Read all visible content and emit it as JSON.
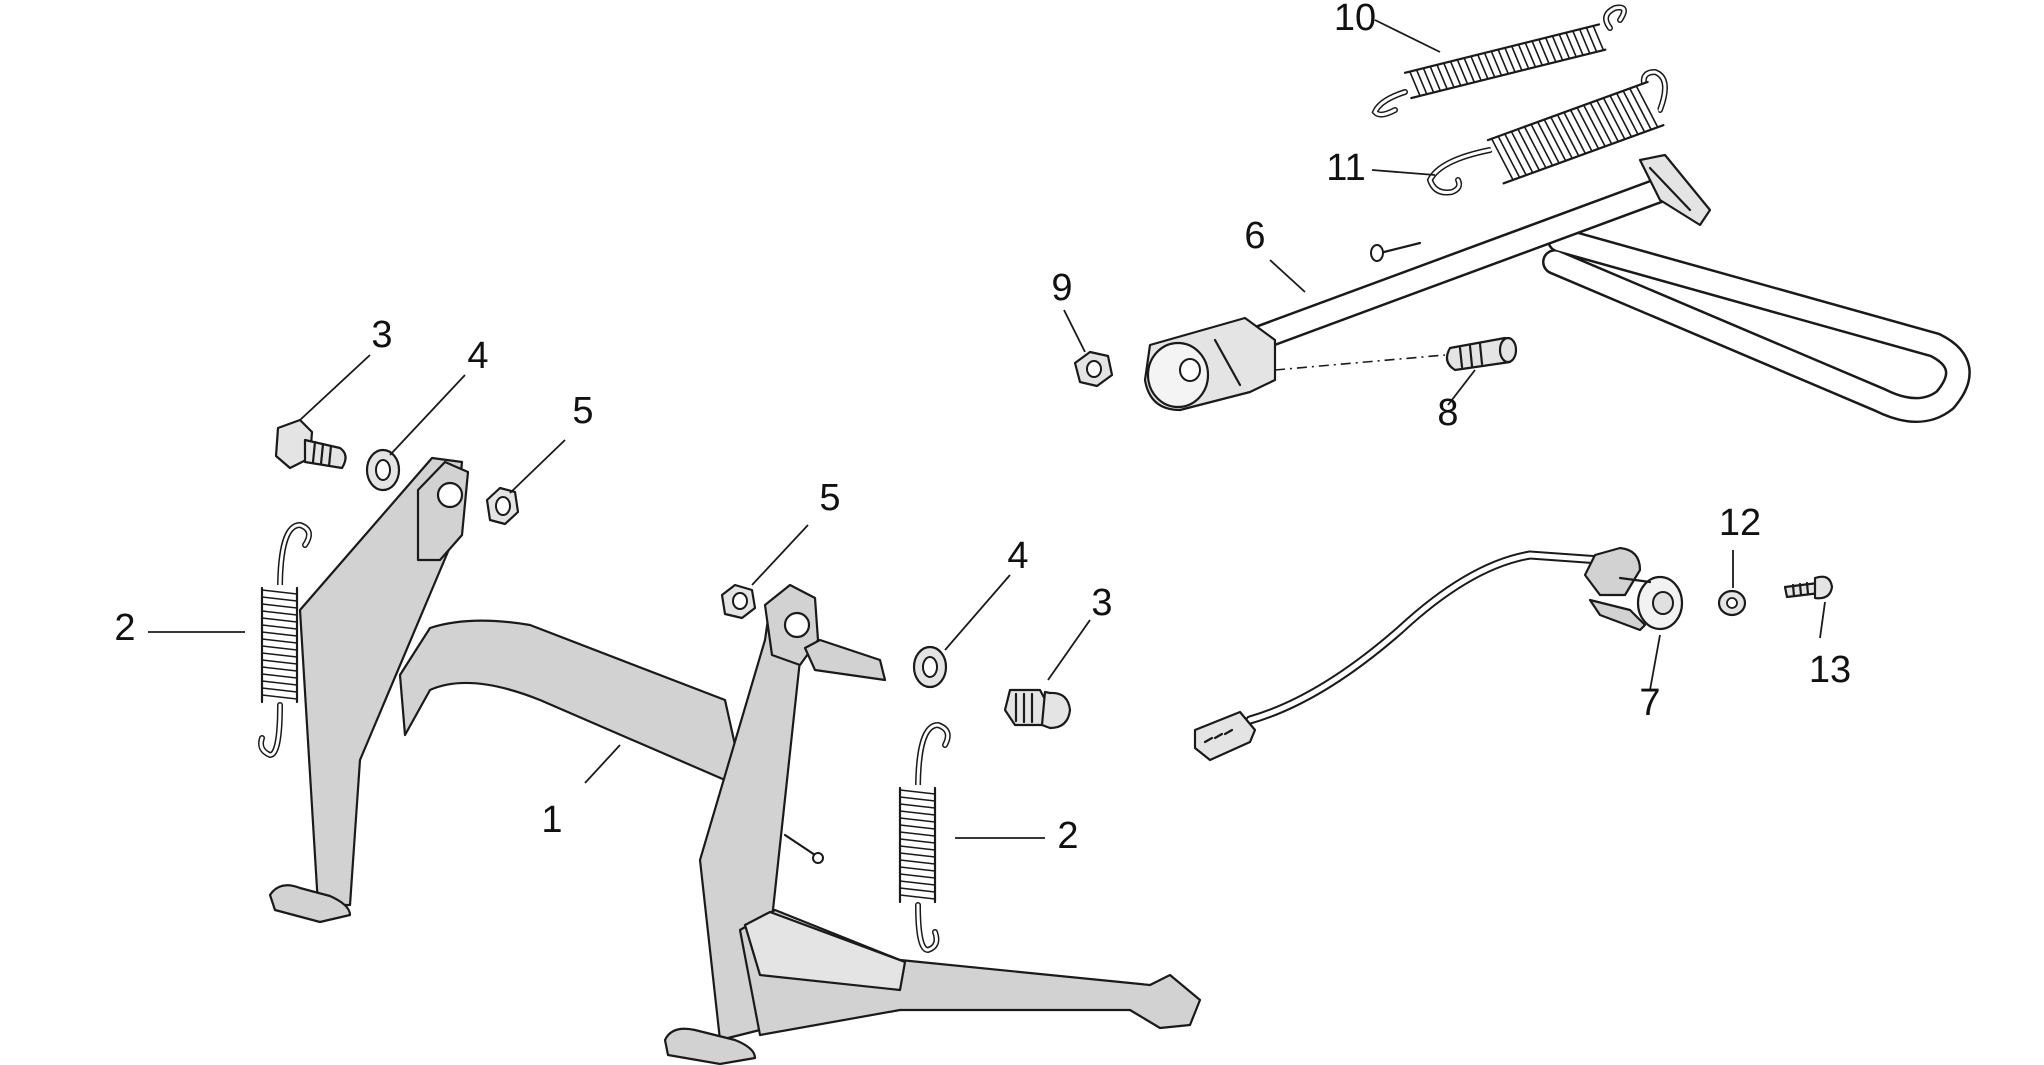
{
  "callouts": [
    {
      "id": "c1",
      "text": "1"
    },
    {
      "id": "c2a",
      "text": "2"
    },
    {
      "id": "c2b",
      "text": "2"
    },
    {
      "id": "c3a",
      "text": "3"
    },
    {
      "id": "c3b",
      "text": "3"
    },
    {
      "id": "c4a",
      "text": "4"
    },
    {
      "id": "c4b",
      "text": "4"
    },
    {
      "id": "c5a",
      "text": "5"
    },
    {
      "id": "c5b",
      "text": "5"
    },
    {
      "id": "c6",
      "text": "6"
    },
    {
      "id": "c7",
      "text": "7"
    },
    {
      "id": "c8",
      "text": "8"
    },
    {
      "id": "c9",
      "text": "9"
    },
    {
      "id": "c10",
      "text": "10"
    },
    {
      "id": "c11",
      "text": "11"
    },
    {
      "id": "c12",
      "text": "12"
    },
    {
      "id": "c13",
      "text": "13"
    }
  ]
}
